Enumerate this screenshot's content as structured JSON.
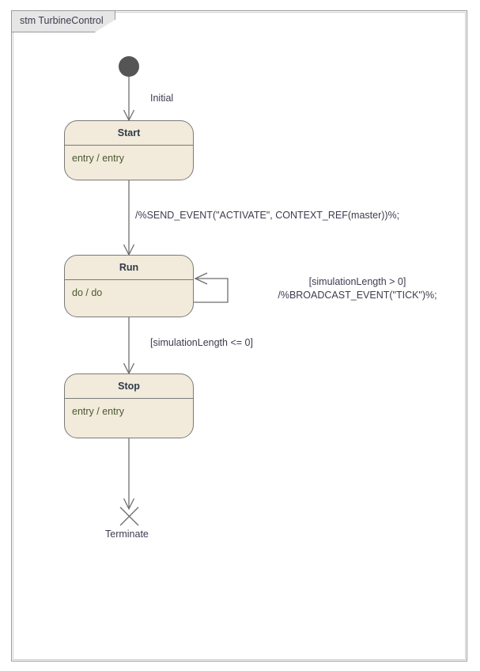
{
  "frame": {
    "label": "stm TurbineControl"
  },
  "nodes": {
    "initial": {
      "name": "Initial",
      "label": "Initial",
      "kind": "initial-pseudostate"
    },
    "start": {
      "title": "Start",
      "body": "entry / entry"
    },
    "run": {
      "title": "Run",
      "body": "do / do"
    },
    "stop": {
      "title": "Stop",
      "body": "entry / entry"
    },
    "terminate": {
      "label": "Terminate",
      "kind": "terminate-node"
    }
  },
  "transitions": {
    "start_to_run": {
      "label": "/%SEND_EVENT(\"ACTIVATE\", CONTEXT_REF(master))%;"
    },
    "run_self": {
      "guard": "[simulationLength > 0]",
      "effect": "/%BROADCAST_EVENT(\"TICK\")%;"
    },
    "run_to_stop": {
      "label": "[simulationLength <= 0]"
    }
  },
  "colors": {
    "state_fill": "#f2eada",
    "state_border": "#7a7a7a",
    "frame_border": "#9a9a9a",
    "frame_tab_fill": "#e6e6e6",
    "title_text": "#2f3b4a",
    "body_text": "#4a5a32",
    "label_text": "#3c3c50",
    "initial_node": "#555555",
    "edge_line": "#6e6e6e"
  }
}
